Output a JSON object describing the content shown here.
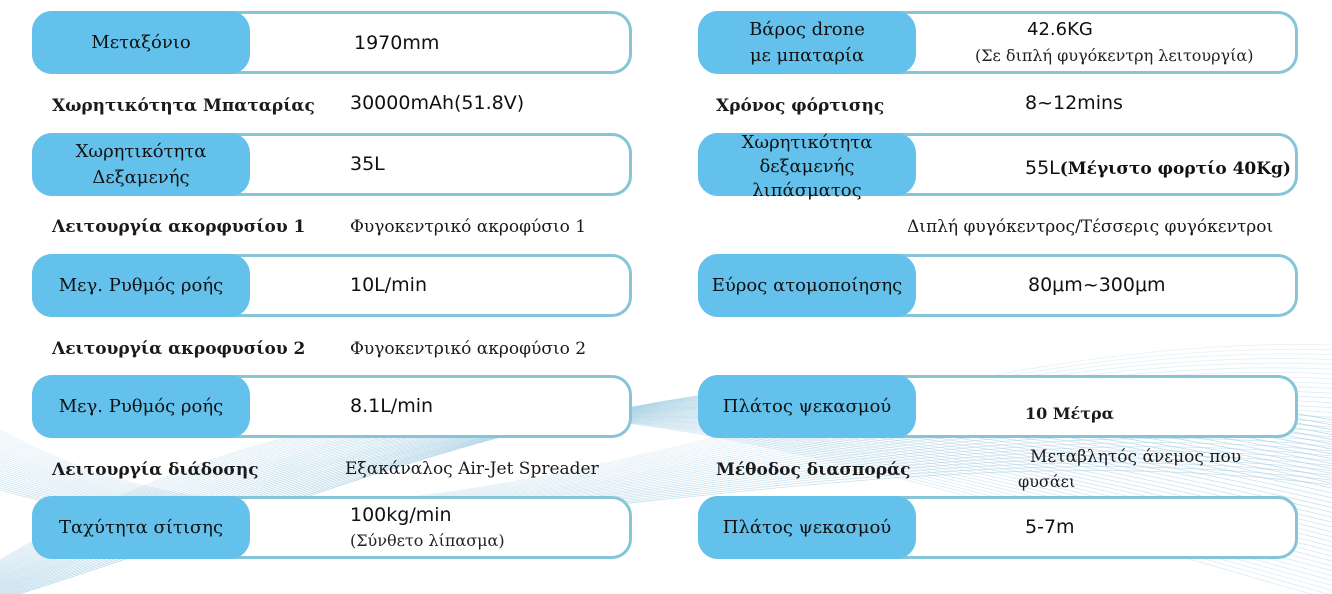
{
  "left": {
    "wheelbase": {
      "label": "Μεταξόνιο",
      "value": "1970mm"
    },
    "battery": {
      "label": "Χωρητικότητα Μπαταρίας",
      "value": "30000mAh(51.8V)"
    },
    "tank": {
      "label": "Χωρητικότητα\nΔεξαμενής",
      "value": "35L"
    },
    "nozzle1": {
      "label": "Λειτουργία ακορφυσίου 1",
      "value": "Φυγοκεντρικό ακροφύσιο 1"
    },
    "flow1": {
      "label": "Μεγ. Ρυθμός ροής",
      "value": "10L/min"
    },
    "nozzle2": {
      "label": "Λειτουργία ακροφυσίου 2",
      "value": "Φυγοκεντρικό ακροφύσιο 2"
    },
    "flow2": {
      "label": "Μεγ. Ρυθμός ροής",
      "value": "8.1L/min"
    },
    "spread": {
      "label": "Λειτουργία διάδοσης",
      "value": "Εξακάναλος Air-Jet Spreader"
    },
    "feed": {
      "label": "Ταχύτητα σίτισης",
      "value": "100kg/min",
      "note": "(Σύνθετο λίπασμα)"
    }
  },
  "right": {
    "weight": {
      "label": "Βάρος drone\nμε μπαταρία",
      "value": "42.6KG",
      "note": "(Σε διπλή φυγόκεντρη λειτουργία)"
    },
    "charge": {
      "label": "Χρόνος φόρτισης",
      "value": "8~12mins"
    },
    "fert_tank": {
      "label": "Χωρητικότητα\nδεξαμενής\nλιπάσματος",
      "value": "55L",
      "value_extra": "(Μέγιστο φορτίο 40Kg)"
    },
    "centrifugal": {
      "value": "Διπλή φυγόκεντρος/Τέσσερις φυγόκεντροι"
    },
    "atomization": {
      "label": "Εύρος ατομοποίησης",
      "value": "80μm~300μm"
    },
    "spray_width1": {
      "label": "Πλάτος ψεκασμού",
      "value": "10 Μέτρα"
    },
    "dispersion": {
      "label": "Μέθοδος διασποράς",
      "value_line1": "Μεταβλητός άνεμος που",
      "value_line2": "φυσάει"
    },
    "spray_width2": {
      "label": "Πλάτος ψεκασμού",
      "value": "5-7m"
    }
  },
  "colors": {
    "pill": "#63c1ec",
    "border": "#86c5d8",
    "wave": "#9cc9e0"
  }
}
